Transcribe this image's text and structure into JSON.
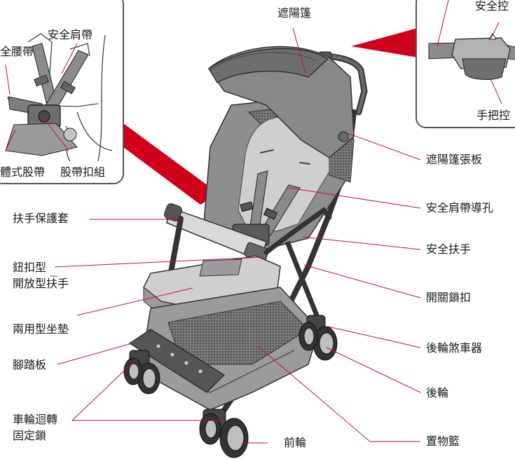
{
  "labels": {
    "canopy": "遮陽篷",
    "canopy_visor": "遮陽篷張板",
    "shoulder_strap_guide": "安全肩帶導孔",
    "safety_handle": "安全扶手",
    "fold_lock": "開關鎖扣",
    "rear_brake": "後輪煞車器",
    "rear_wheel": "後輪",
    "basket": "置物籃",
    "front_wheel": "前輪",
    "wheel_lock": "車輪迴轉\n固定鎖",
    "footrest": "腳踏板",
    "seat_pad": "兩用型坐墊",
    "buckle_handle": "鈕扣型\n開放型扶手",
    "handle_cover": "扶手保護套"
  },
  "inset_left": {
    "shoulder_strap": "安全肩帶",
    "waist_strap": "全腰帶",
    "crotch_strap": "體式股帶",
    "buckle_set": "股帶扣組"
  },
  "inset_right": {
    "safety_control": "安全控",
    "handle_control": "手把控"
  },
  "colors": {
    "leader": "#c8102e",
    "frame": "#3b3b3b",
    "fabric": "#8a8a8a",
    "seat": "#cfcfcf",
    "box": "#555555"
  }
}
